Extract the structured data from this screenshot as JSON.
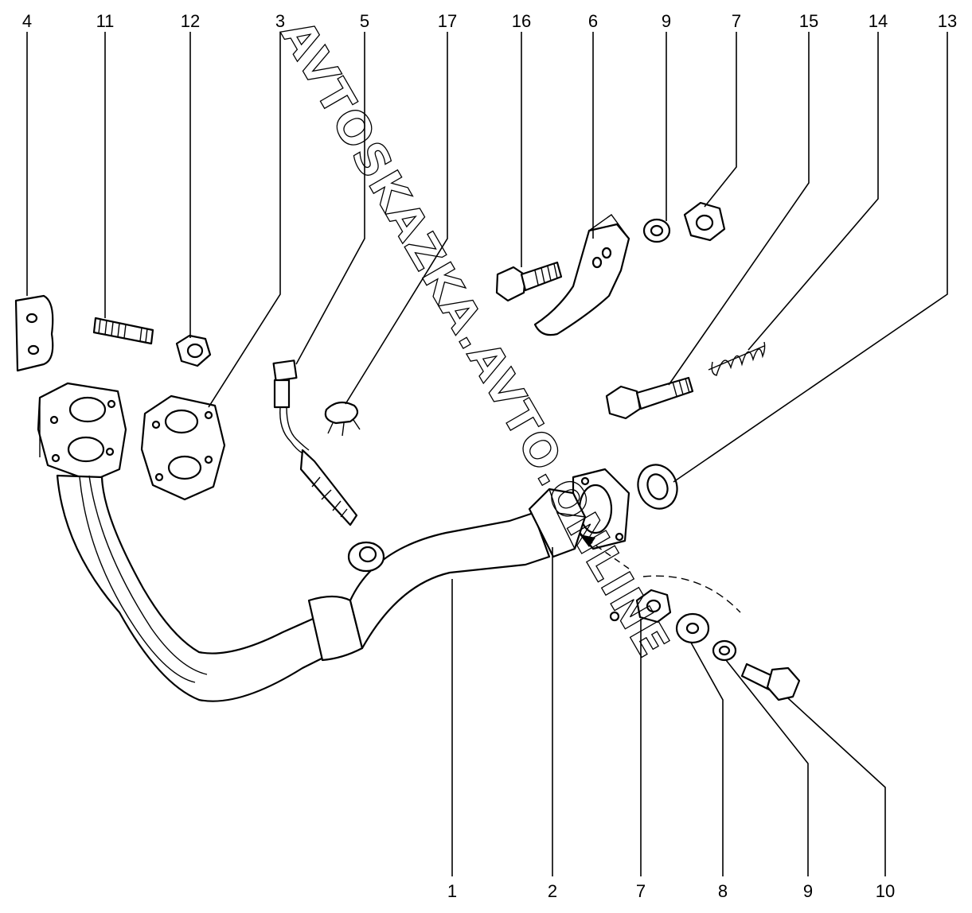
{
  "callouts": {
    "c4": "4",
    "c11": "11",
    "c12": "12",
    "c3": "3",
    "c5": "5",
    "c17": "17",
    "c16": "16",
    "c6": "6",
    "c9top": "9",
    "c7top": "7",
    "c15": "15",
    "c14": "14",
    "c13": "13",
    "c1": "1",
    "c2": "2",
    "c7bot": "7",
    "c8": "8",
    "c9bot": "9",
    "c10": "10"
  },
  "watermark": "AVTOSKAZKA.AVTO.ONLINE"
}
